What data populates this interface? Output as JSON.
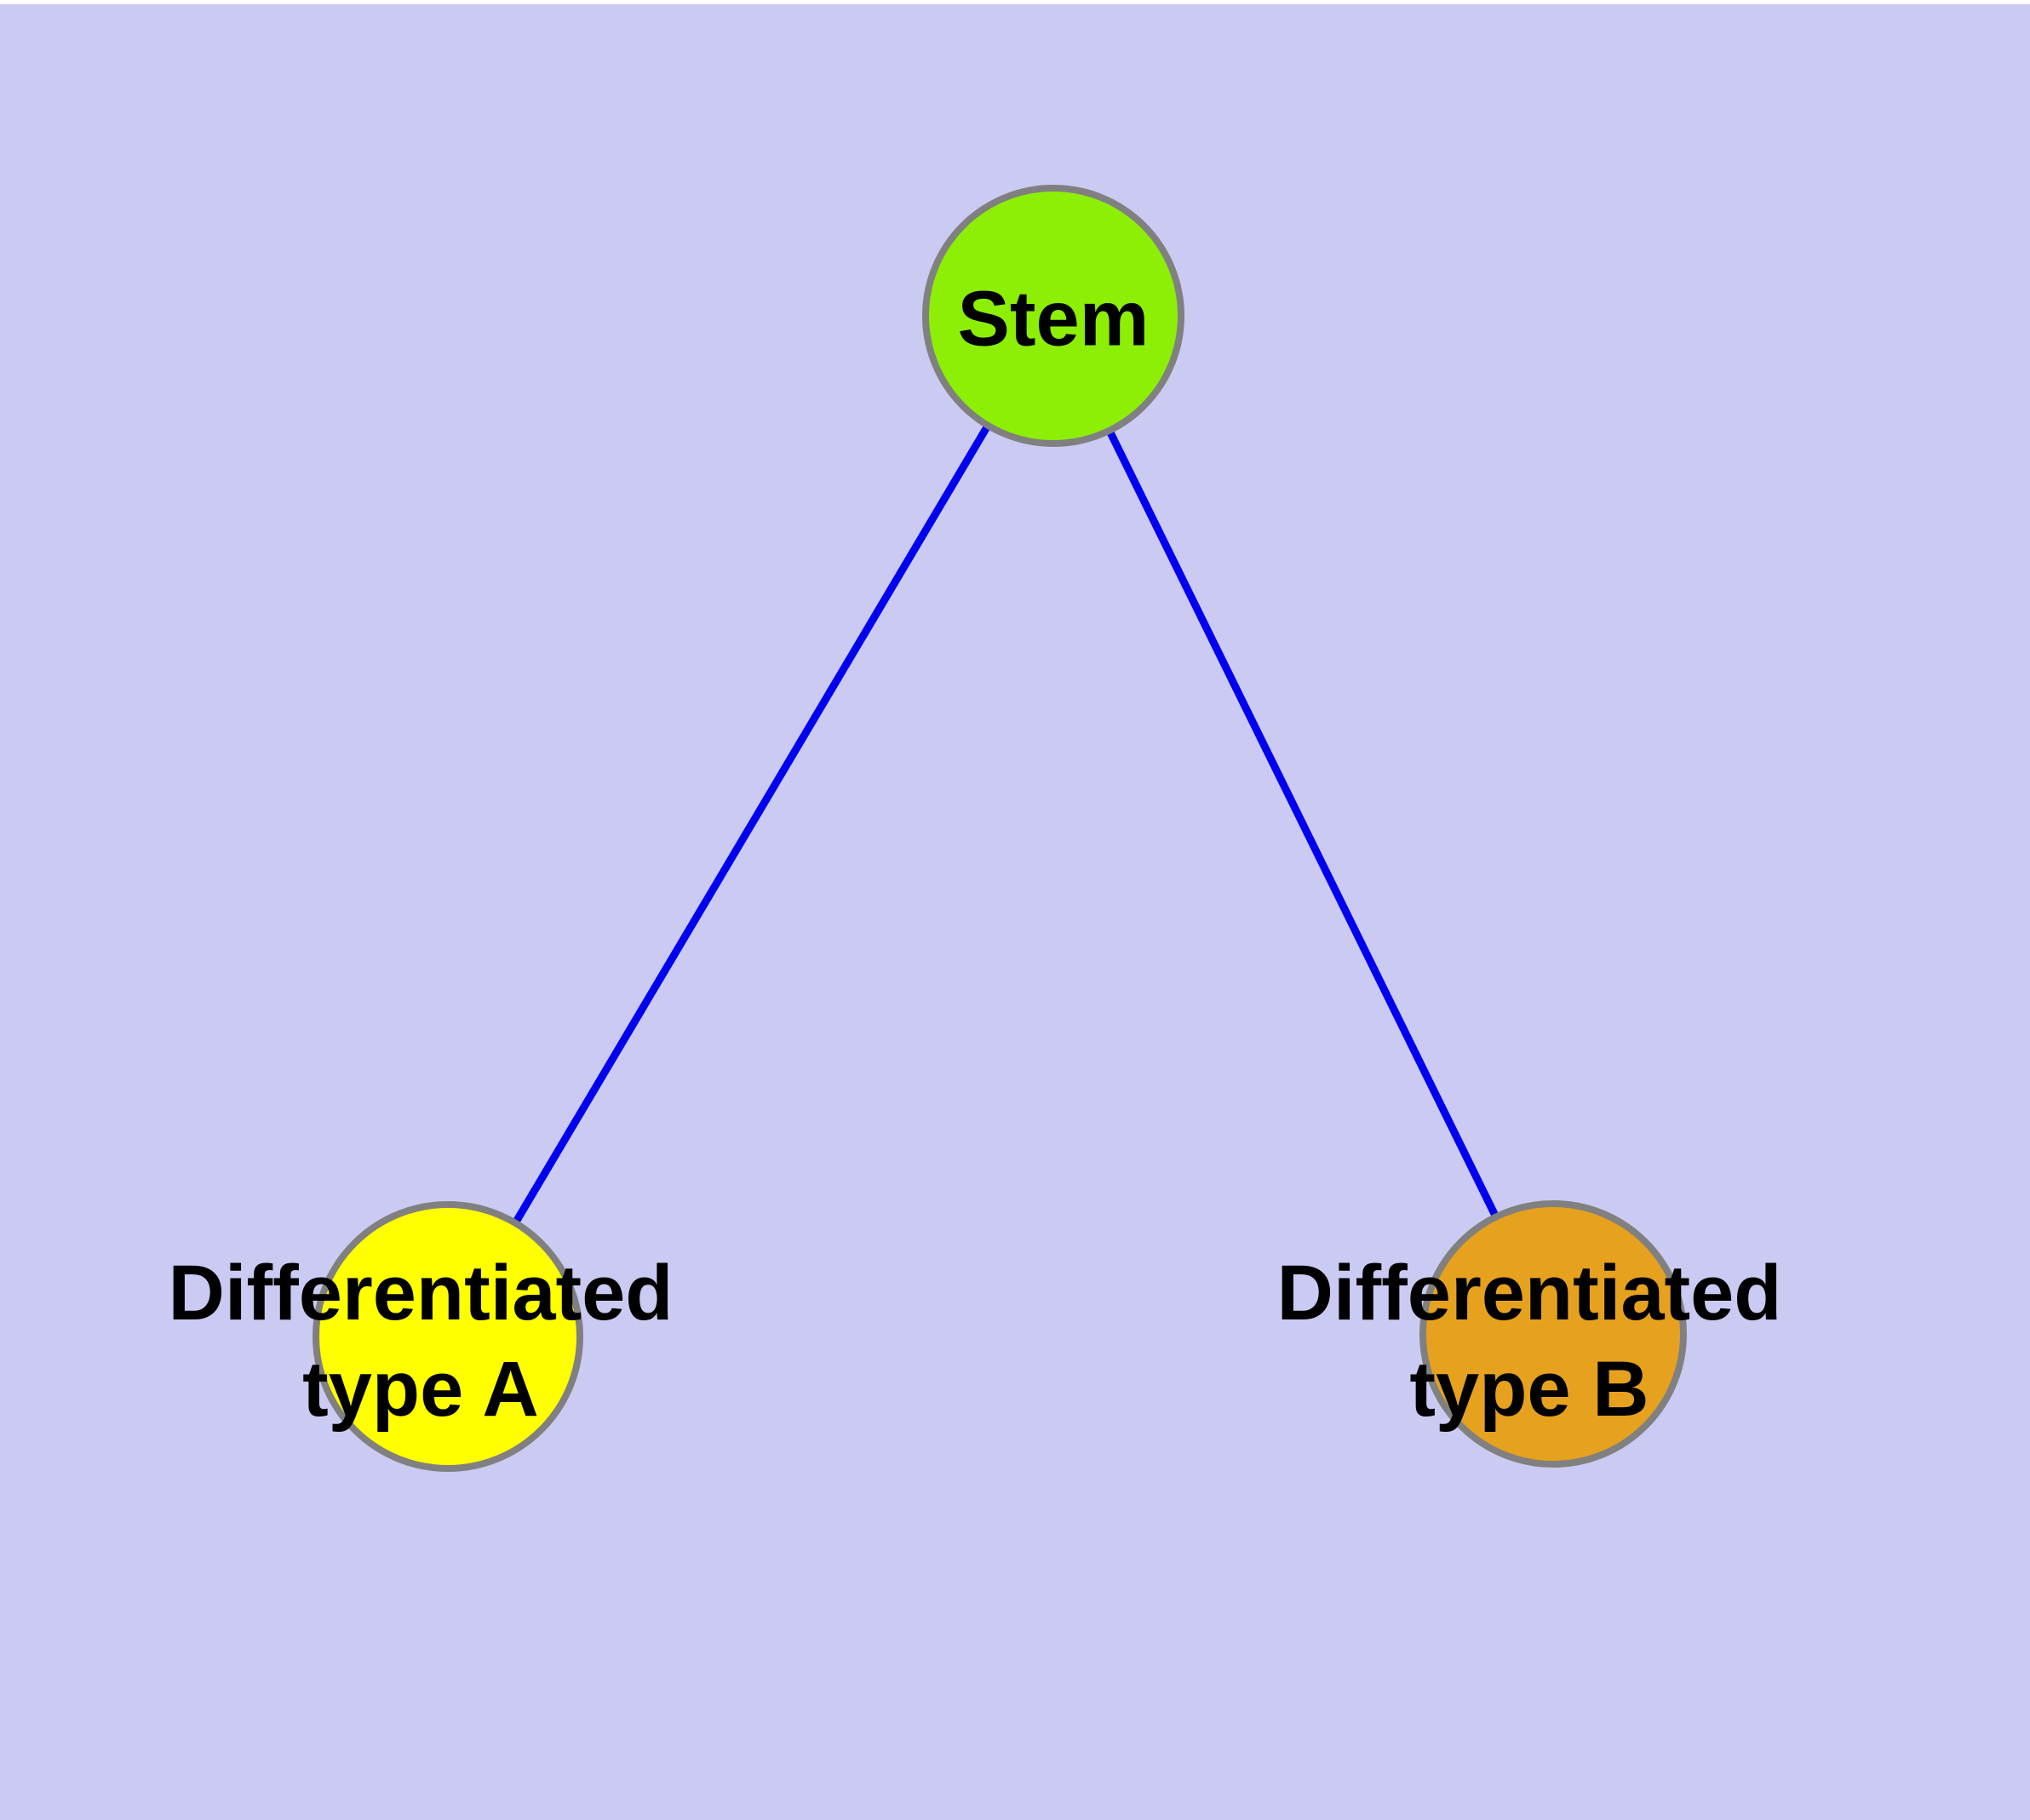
{
  "background": {
    "page": "#FFFFFF",
    "canvas": "#CACAF2"
  },
  "diagram": {
    "type": "graph",
    "text_color": "#000000",
    "nodes": [
      {
        "id": "stem",
        "label": "Stem",
        "fill": "#8CEF05",
        "border": "#808080"
      },
      {
        "id": "differentiated-type-a",
        "label": "Differentiated\ntype A",
        "fill": "#FFFF00",
        "border": "#808080"
      },
      {
        "id": "differentiated-type-b",
        "label": "Differentiated\ntype B",
        "fill": "#E6A11E",
        "border": "#808080"
      }
    ],
    "edges": [
      {
        "from": "stem",
        "to": "differentiated-type-a",
        "color": "#0000EE"
      },
      {
        "from": "stem",
        "to": "differentiated-type-b",
        "color": "#0000EE"
      }
    ]
  }
}
